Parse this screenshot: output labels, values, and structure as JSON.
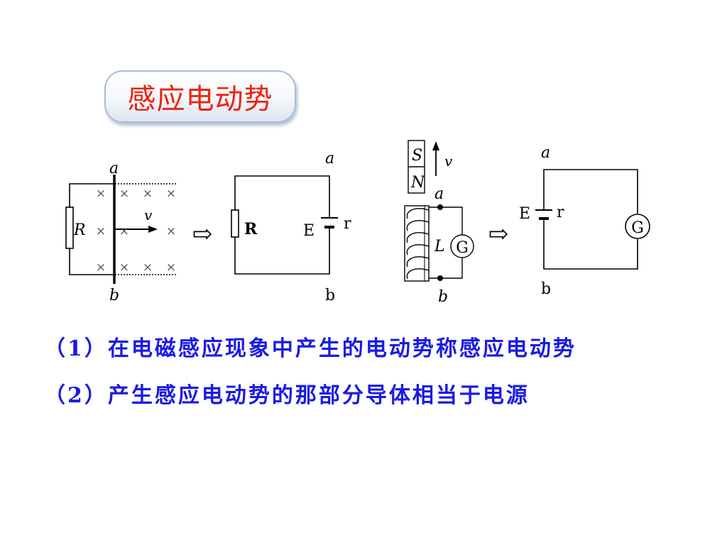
{
  "title": "感应电动势",
  "diagram1": {
    "label_a": "a",
    "label_b": "b",
    "label_R": "R",
    "label_v": "v",
    "cross": "×"
  },
  "diagram2": {
    "label_a": "a",
    "label_b": "b",
    "label_R": "R",
    "label_E": "E",
    "label_r": "r"
  },
  "diagram3": {
    "label_S": "S",
    "label_N": "N",
    "label_v": "v",
    "label_a": "a",
    "label_b": "b",
    "label_L": "L",
    "label_G": "G"
  },
  "diagram4": {
    "label_a": "a",
    "label_b": "b",
    "label_E": "E",
    "label_r": "r",
    "label_G": "G"
  },
  "arrow_glyph": "⇨",
  "lines": [
    "（1）在电磁感应现象中产生的电动势称感应电动势",
    "（2）产生感应电动势的那部分导体相当于电源"
  ]
}
